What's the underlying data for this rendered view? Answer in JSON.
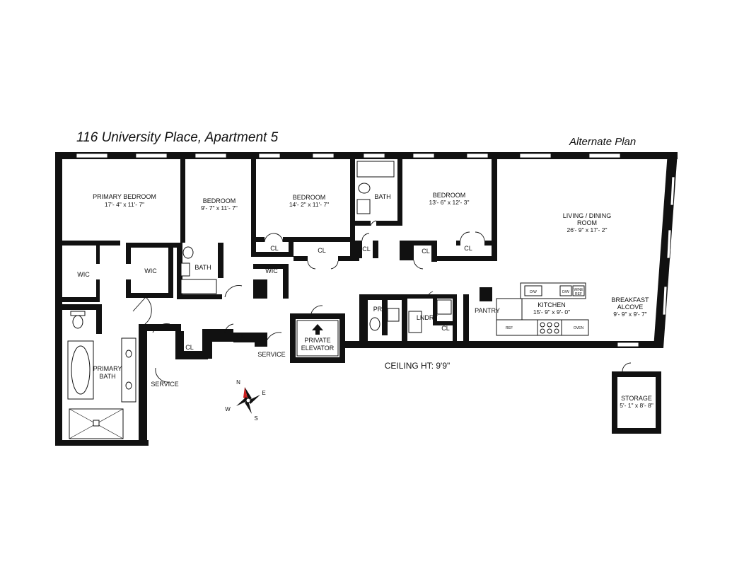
{
  "header": {
    "title": "116 University Place, Apartment 5",
    "alternate": "Alternate Plan"
  },
  "rooms": {
    "primary_bedroom": {
      "name": "PRIMARY BEDROOM",
      "dims": "17'- 4\" x 11'- 7\""
    },
    "bedroom2": {
      "name": "BEDROOM",
      "dims": "9'- 7\" x 11'- 7\""
    },
    "bedroom3": {
      "name": "BEDROOM",
      "dims": "14'- 2\" x 11'- 7\""
    },
    "bedroom4": {
      "name": "BEDROOM",
      "dims": "13'- 6\" x 12'- 3\""
    },
    "living": {
      "name_line1": "LIVING / DINING",
      "name_line2": "ROOM",
      "dims": "26'- 9\" x 17'- 2\""
    },
    "breakfast": {
      "name_line1": "BREAKFAST",
      "name_line2": "ALCOVE",
      "dims": "9'- 9\" x 9'- 7\""
    },
    "kitchen": {
      "name": "KITCHEN",
      "dims": "15'- 9\" x 9'- 0\""
    },
    "storage": {
      "name": "STORAGE",
      "dims": "5'- 1\" x 8'- 8\""
    },
    "primary_bath": {
      "line1": "PRIMARY",
      "line2": "BATH"
    },
    "elevator": {
      "line1": "PRIVATE",
      "line2": "ELEVATOR"
    }
  },
  "labels": {
    "wic": "WIC",
    "bath": "BATH",
    "cl": "CL",
    "service": "SERVICE",
    "pr": "PR",
    "laundry": "LNDRY",
    "pantry": "PANTRY",
    "ceiling": "CEILING HT: 9'9\""
  },
  "appliances": {
    "dw": "D/W",
    "wine_line1": "WINE",
    "wine_line2": "REF",
    "ref": "REF",
    "oven": "OVEN"
  },
  "compass": {
    "n": "N",
    "e": "E",
    "s": "S",
    "w": "W",
    "accent": "#cc1f1f"
  }
}
